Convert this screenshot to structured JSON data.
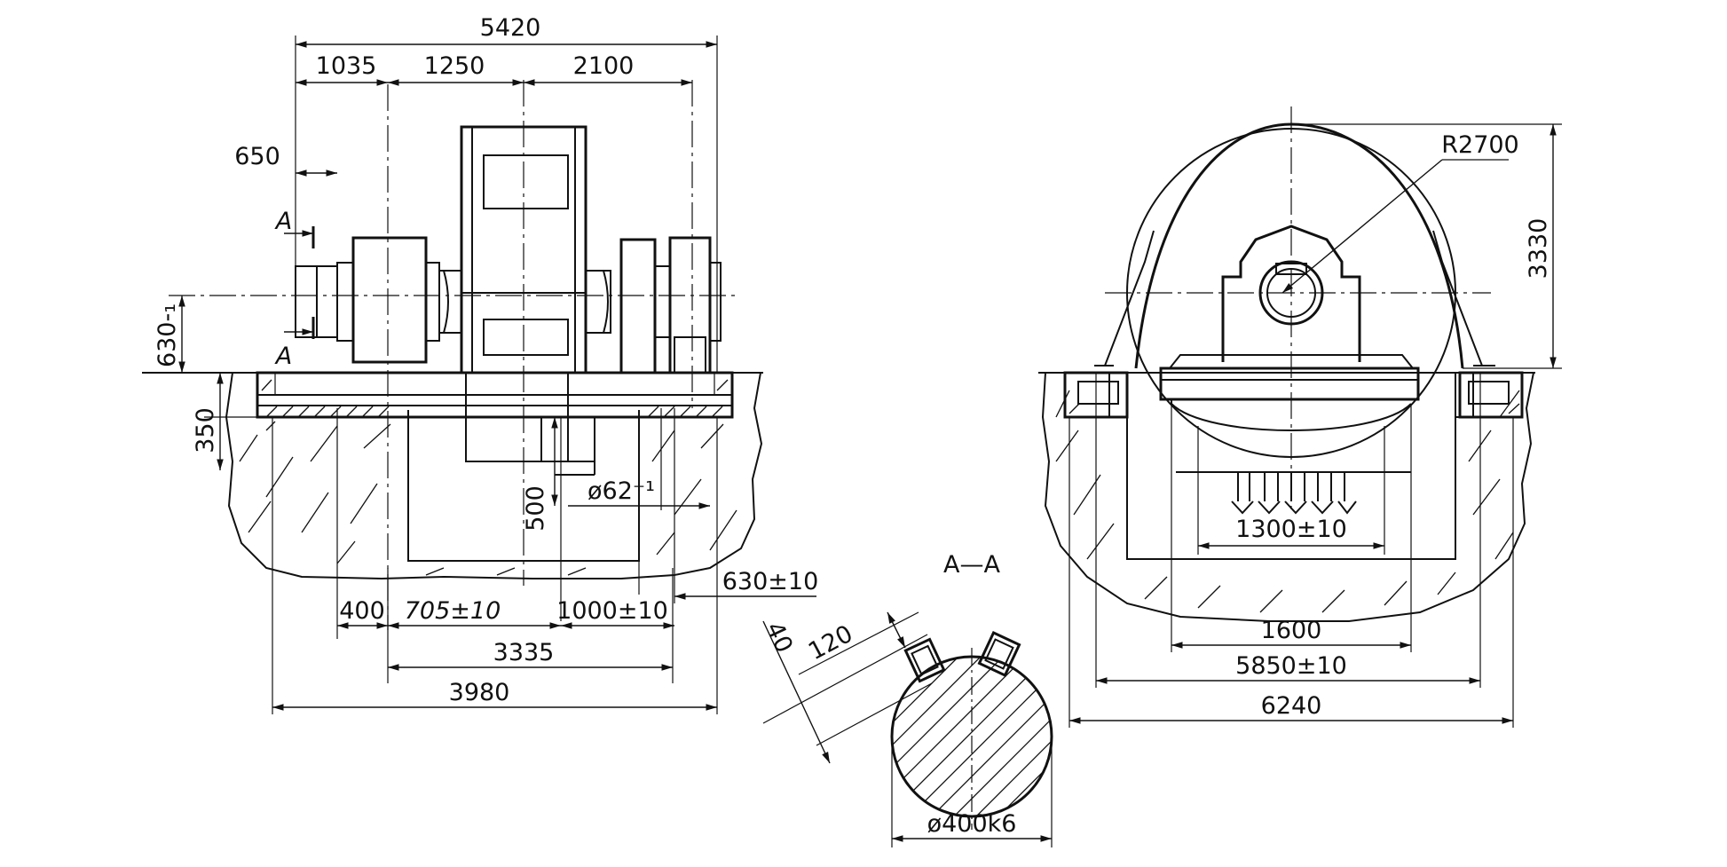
{
  "left_view": {
    "dimensions": {
      "overall_top": "5420",
      "top_1": "1035",
      "top_2": "1250",
      "top_3": "2100",
      "shaft_end": "650",
      "shaft_height": "630-₁",
      "pit_depth": "350",
      "pocket_depth": "500",
      "hole": "ø62⁺¹",
      "bot_400": "400",
      "bot_705": "705±10",
      "bot_1000": "1000±10",
      "bot_630": "630±10",
      "bot_3335": "3335",
      "bot_3980": "3980"
    },
    "section_marks": {
      "upper": "A",
      "lower": "A"
    }
  },
  "section_view": {
    "title": "A—A",
    "dim_40": "40",
    "dim_120": "120",
    "diameter": "ø400k6"
  },
  "right_view": {
    "radius": "R2700",
    "height": "3330",
    "bolt_spacing": "1300±10",
    "dim_1600": "1600",
    "dim_5850": "5850±10",
    "dim_6240": "6240"
  }
}
